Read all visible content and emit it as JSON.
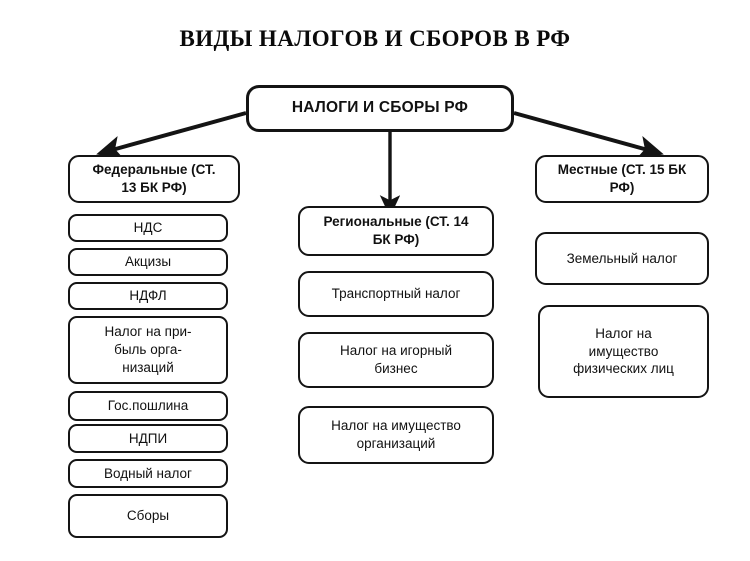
{
  "page": {
    "title": "ВИДЫ НАЛОГОВ И СБОРОВ В РФ",
    "ink_color": "#141414",
    "background_color": "#ffffff"
  },
  "root": {
    "label": "НАЛОГИ И СБОРЫ РФ"
  },
  "branches": {
    "federal": {
      "header": "Федеральные (СТ.\n13 БК РФ)",
      "items": [
        "НДС",
        "Акцизы",
        "НДФЛ",
        "Налог на при-\nбыль орга-\nнизаций",
        "Гос.пошлина",
        "НДПИ",
        "Водный налог",
        "Сборы"
      ]
    },
    "regional": {
      "header": "Региональные (СТ. 14\nБК РФ)",
      "items": [
        "Транспортный налог",
        "Налог на игорный\nбизнес",
        "Налог на имущество\nорганизаций"
      ]
    },
    "local": {
      "header": "Местные (СТ. 15 БК\nРФ)",
      "items": [
        "Земельный налог",
        "Налог на\nимущество\nфизических лиц"
      ]
    }
  },
  "connectors": [
    {
      "name": "arrow-to-federal",
      "from": "root-left",
      "to": "federal-header"
    },
    {
      "name": "arrow-to-regional",
      "from": "root-bottom",
      "to": "regional-header"
    },
    {
      "name": "arrow-to-local",
      "from": "root-right",
      "to": "local-header"
    }
  ]
}
